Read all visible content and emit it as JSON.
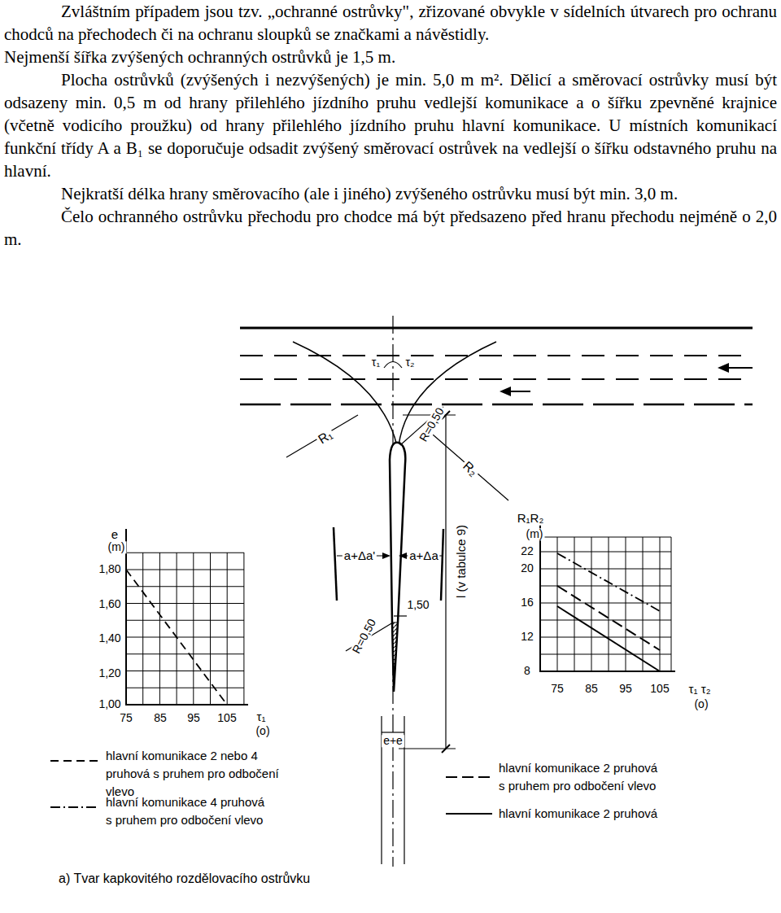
{
  "diagram": {
    "caption": "a) Tvar kapkovitého rozdělovacího ostrůvku",
    "labels": [
      "Zvláštním případem jsou tzv. „ochranné ostrůvky\", zřizované obvykle v sídelních útvarech pro ochranu chodců na přechodech či na ochranu sloupků se značkami a návěstidly.",
      "Nejmenší šířka zvýšených ochranných ostrůvků je 1,5 m.",
      "Plocha ostrůvků (zvýšených i nezvýšených) je min. 5,0 m m². Dělicí a směrovací ostrůvky musí být odsazeny min. 0,5 m od hrany přilehlého jízdního pruhu vedlejší komunikace a o šířku zpevněné krajnice (včetně vodicího proužku) od hrany přilehlého jízdního pruhu hlavní komunikace. U místních komunikací funkční třídy A a B₁ se doporučuje odsadit zvýšený směrovací ostrůvek na vedlejší o šířku odstavného pruhu na hlavní.",
      "Nejkratší délka hrany směrovacího (ale i jiného) zvýšeného ostrůvku musí být min. 3,0 m.",
      "Čelo ochranného ostrůvku přechodu pro chodce má být předsazeno před hranu přechodu nejméně o 2,0 m.",
      "τ₁",
      "τ₂",
      "R₁",
      "R=0,50",
      "R₂",
      "a+Δa'",
      "a+Δa",
      "1,50",
      "l (v tabulce 9)",
      "R=0,50",
      "e",
      "(m)",
      "1,80",
      "1,60",
      "1,40",
      "1,20",
      "1,00",
      "75",
      "85",
      "95",
      "105",
      "τ₁",
      "(o)",
      "e+e",
      "R₁R₂",
      "(m)",
      "22",
      "20",
      "16",
      "12",
      "8",
      "75",
      "85",
      "95",
      "105",
      "τ₁ τ₂",
      "(o)"
    ],
    "legend": [
      {
        "text": "hlavní komunikace 2 nebo 4 pruhová s pruhem pro odbočení vlevo"
      },
      {
        "text": "hlavní komunikace 4 pruhová s pruhem pro odbočení vlevo"
      },
      {
        "text": "hlavní komunikace 2 pruhová s pruhem pro odbočení vlevo"
      },
      {
        "text": "hlavní komunikace 2 pruhová"
      }
    ]
  }
}
